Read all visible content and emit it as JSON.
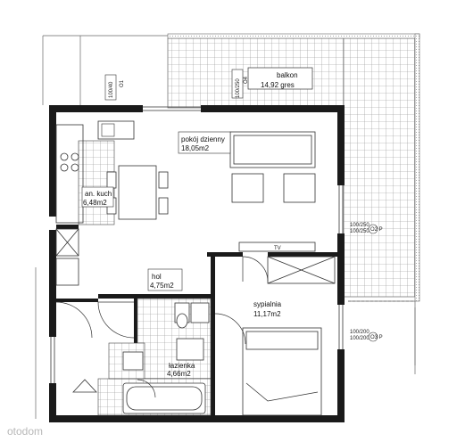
{
  "rooms": {
    "living": {
      "name": "pokój dzienny",
      "area": "18,05m2"
    },
    "kitchen": {
      "name": "an. kuch",
      "area": "6,48m2"
    },
    "hall": {
      "name": "hol",
      "area": "4,75m2"
    },
    "bedroom": {
      "name": "sypialnia",
      "area": "11,17m2"
    },
    "bathroom": {
      "name": "łazienka",
      "area": "4,66m2"
    },
    "balcony": {
      "name": "balkon",
      "area": "14,92 gres"
    }
  },
  "window_tags": {
    "tag1": {
      "dims": "100/40",
      "code": "O1"
    },
    "tag2": {
      "dims": "100/250",
      "code": "O4"
    },
    "tag3_dims": "100/250",
    "tag3_code": "O2 P",
    "tag4_dims": "100/200",
    "tag4_code": "O3 P"
  },
  "tv_label": "TV",
  "watermark": "otodom",
  "colors": {
    "wall": "#1a1a1a",
    "tile": "#9a9a9a",
    "line": "#333333",
    "balcony": "#8c8c8c"
  }
}
